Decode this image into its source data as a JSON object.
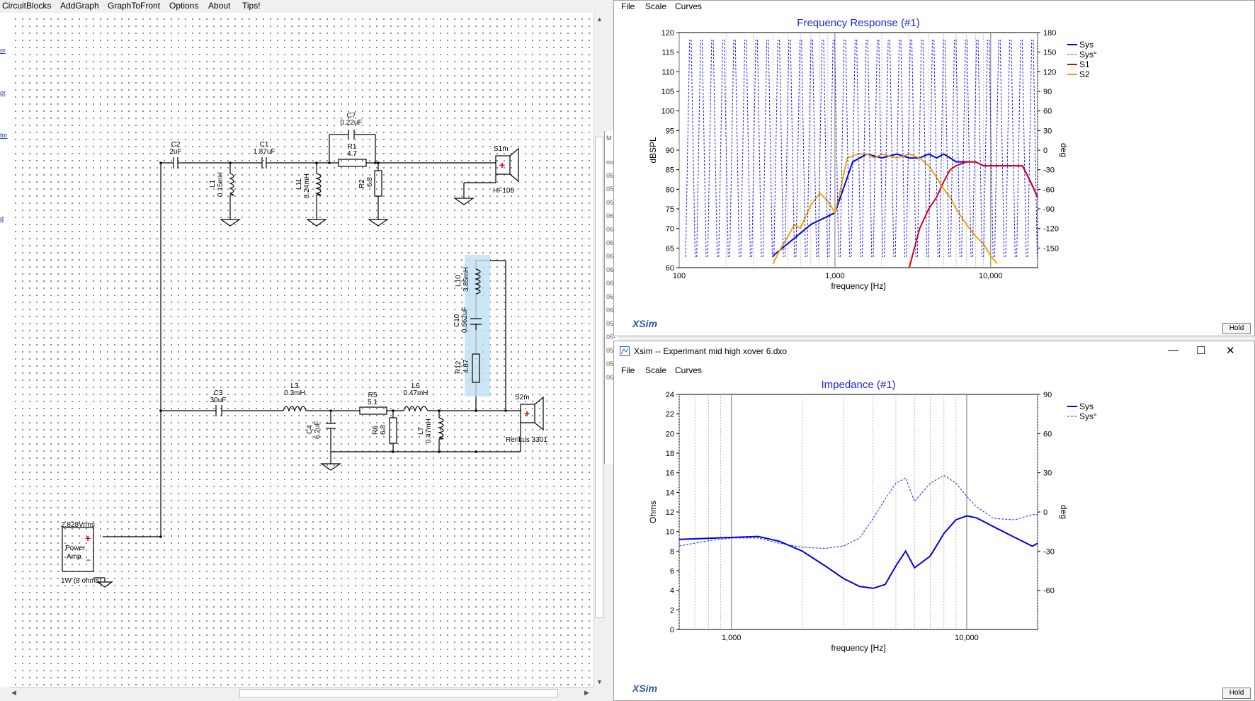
{
  "left_menu": [
    "CircuitBlocks",
    "AddGraph",
    "GraphToFront",
    "Options",
    "About",
    "Tips!"
  ],
  "left_strip": [
    "or",
    "or",
    "tor",
    "d"
  ],
  "behind_strip": [
    "M",
    "no",
    "05-",
    "05-",
    "05-",
    "06-",
    "06-",
    "06-",
    "06-",
    "06-",
    "06-",
    "06-",
    "06-",
    "05-",
    "05-",
    "05-",
    "05-",
    "06-"
  ],
  "circuit": {
    "labels": {
      "C2": "C2",
      "C2v": "2uF",
      "C1": "C1",
      "C1v": "1.87uF",
      "C7": "C7",
      "C7v": "0.22uF",
      "R1": "R1",
      "R1v": "4.7",
      "L1": "L1",
      "L1v": "0.15mH",
      "L11": "L11",
      "L11v": "0.24mH",
      "R2": "R2",
      "R2v": "6.8",
      "S1m": "S1m",
      "S1mv": "HF108",
      "L10": "L10",
      "L10v": "3.85mH",
      "C10": "C10",
      "C10v": "0.562uF",
      "R12": "R12",
      "R12v": "4.87",
      "C3": "C3",
      "C3v": "30uF",
      "L3": "L3",
      "L3v": "0.3mH",
      "R5": "R5",
      "R5v": "5.1",
      "L6": "L6",
      "L6v": "0.47mH",
      "C4": "C4",
      "C4v": "6.2uF",
      "R6": "R6",
      "R6v": "6.8",
      "L7": "L7",
      "L7v": "0.47mH",
      "S2m": "S2m",
      "S2mv": "Renkus 3301",
      "amp_v": "2.828Vrms",
      "amp1": "Power",
      "amp2": "Amp.",
      "amp_load": "1W (8 ohms)"
    }
  },
  "freq_window": {
    "menu": [
      "File",
      "Scale",
      "Curves"
    ],
    "hold": "Hold",
    "brand": "XSim"
  },
  "imp_window": {
    "title": "Xsim -- Experimant mid high xover 6.dxo",
    "menu": [
      "File",
      "Scale",
      "Curves"
    ],
    "hold": "Hold",
    "brand": "XSim",
    "min": "—",
    "max": "☐",
    "close": "✕"
  },
  "chart_data": [
    {
      "type": "line",
      "title": "Frequency Response (#1)",
      "xlabel": "frequency [Hz]",
      "ylabel": "dBSPL",
      "y2label": "deg",
      "xscale": "log",
      "xlim": [
        100,
        20000
      ],
      "ylim": [
        60,
        120
      ],
      "y2lim": [
        -180,
        180
      ],
      "xticks": [
        "100",
        "1,000",
        "10,000"
      ],
      "yticks": [
        "60",
        "65",
        "70",
        "75",
        "80",
        "85",
        "90",
        "95",
        "100",
        "105",
        "110",
        "115",
        "120"
      ],
      "y2ticks": [
        "-150",
        "-120",
        "-90",
        "-60",
        "-30",
        "0",
        "30",
        "60",
        "90",
        "120",
        "150",
        "180"
      ],
      "legend": [
        "Sys",
        "Sys°",
        "S1",
        "S2"
      ],
      "colors": {
        "Sys": "#0000e0",
        "Sys°": "#2020ff",
        "S1": "#e00000",
        "S2": "#f0a800"
      },
      "series": [
        {
          "name": "Sys",
          "x": [
            400,
            700,
            1000,
            1300,
            1600,
            2000,
            2500,
            3000,
            3500,
            4000,
            4500,
            5000,
            5500,
            6000,
            7000,
            8000,
            9000,
            10000,
            12000,
            14000,
            16000,
            18000,
            20000
          ],
          "y": [
            63,
            71,
            74,
            87,
            89,
            88,
            89,
            88,
            88,
            89,
            88,
            89,
            88,
            87,
            87,
            87,
            86,
            86,
            86,
            86,
            86,
            82,
            78
          ]
        },
        {
          "name": "S1",
          "x": [
            3000,
            3500,
            4000,
            4500,
            5000,
            5500,
            6000,
            7000,
            8000,
            9000,
            10000,
            12000,
            14000,
            16000,
            18000,
            20000
          ],
          "y": [
            60,
            70,
            75,
            78,
            82,
            85,
            86,
            87,
            87,
            86,
            86,
            86,
            86,
            86,
            82,
            78
          ]
        },
        {
          "name": "S2",
          "x": [
            400,
            450,
            500,
            550,
            600,
            700,
            800,
            900,
            1000,
            1100,
            1200,
            1400,
            1600,
            1800,
            2000,
            2500,
            3000,
            3500,
            4000,
            4500,
            5000,
            5500,
            6000,
            7000,
            8000,
            9000,
            10000,
            11000
          ],
          "y": [
            61,
            65,
            68,
            71,
            70,
            76,
            79,
            77,
            74,
            81,
            88,
            89,
            89,
            88,
            89,
            88,
            89,
            88,
            86,
            83,
            80,
            78,
            75,
            71,
            68,
            66,
            63,
            61
          ]
        }
      ]
    },
    {
      "type": "line",
      "title": "Impedance (#1)",
      "xlabel": "frequency [Hz]",
      "ylabel": "Ohms",
      "y2label": "deg",
      "xscale": "log",
      "xlim": [
        600,
        20000
      ],
      "ylim": [
        0,
        24
      ],
      "y2lim": [
        -90,
        90
      ],
      "xticks": [
        "1,000",
        "10,000"
      ],
      "yticks": [
        "0",
        "2",
        "4",
        "6",
        "8",
        "10",
        "12",
        "14",
        "16",
        "18",
        "20",
        "22",
        "24"
      ],
      "y2ticks": [
        "-60",
        "-30",
        "0",
        "30",
        "60",
        "90"
      ],
      "legend": [
        "Sys",
        "Sys°"
      ],
      "colors": {
        "Sys": "#0000e0",
        "Sys°": "#2020ff"
      },
      "series": [
        {
          "name": "Sys",
          "x": [
            600,
            800,
            1000,
            1300,
            1600,
            2000,
            2500,
            3000,
            3500,
            4000,
            4500,
            5000,
            5500,
            6000,
            7000,
            8000,
            9000,
            10000,
            11000,
            13000,
            16000,
            19000,
            20000
          ],
          "y": [
            9.2,
            9.3,
            9.4,
            9.5,
            9.0,
            8.0,
            6.5,
            5.2,
            4.4,
            4.2,
            4.6,
            6.5,
            8.0,
            6.3,
            7.5,
            9.8,
            11.2,
            11.6,
            11.4,
            10.5,
            9.4,
            8.5,
            8.8
          ]
        },
        {
          "name": "Sys°",
          "x": [
            600,
            800,
            1000,
            1300,
            1600,
            2000,
            2500,
            3000,
            3500,
            4000,
            4500,
            5000,
            5500,
            6000,
            7000,
            8000,
            9000,
            10000,
            11000,
            13000,
            16000,
            19000,
            20000
          ],
          "y": [
            -26,
            -22,
            -20,
            -20,
            -24,
            -27,
            -28,
            -26,
            -20,
            -5,
            10,
            22,
            26,
            8,
            22,
            28,
            22,
            12,
            4,
            -5,
            -6,
            -2,
            -2
          ]
        }
      ]
    }
  ]
}
